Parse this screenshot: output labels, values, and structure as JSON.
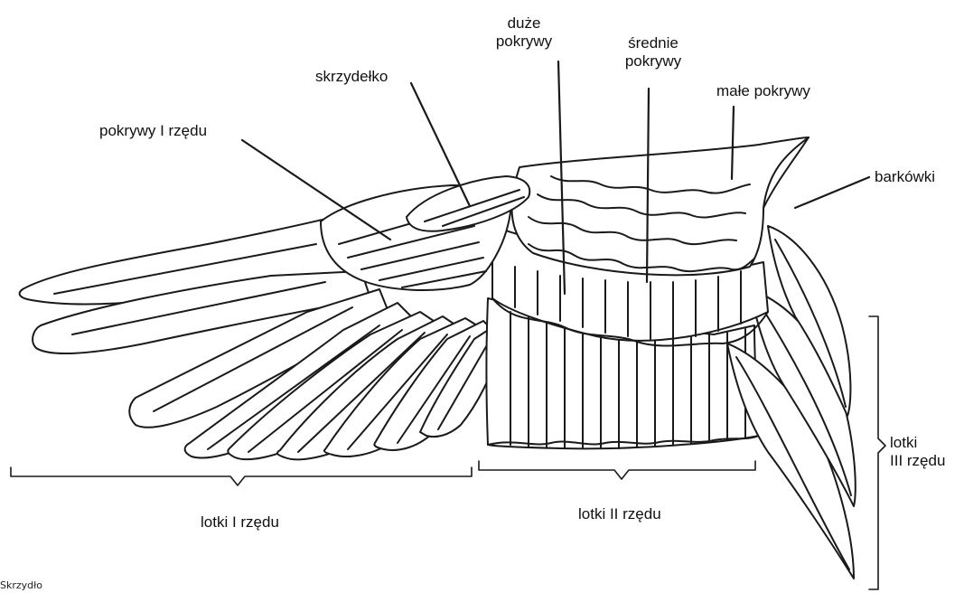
{
  "caption": "Skrzydło",
  "labels": {
    "duze_pokrywy": [
      "duże",
      "pokrywy"
    ],
    "srednie_pokrywy": [
      "średnie",
      "pokrywy"
    ],
    "skrzydelko": "skrzydełko",
    "male_pokrywy": "małe pokrywy",
    "pokrywy_i_rzedu": "pokrywy I rzędu",
    "barkowki": "barkówki",
    "lotki_i_rzedu": "lotki I rzędu",
    "lotki_ii_rzedu": "lotki II rzędu",
    "lotki_iii_rzedu": [
      "lotki",
      "III rzędu"
    ]
  },
  "colors": {
    "ink": "#1a1a1a",
    "background": "#ffffff"
  }
}
